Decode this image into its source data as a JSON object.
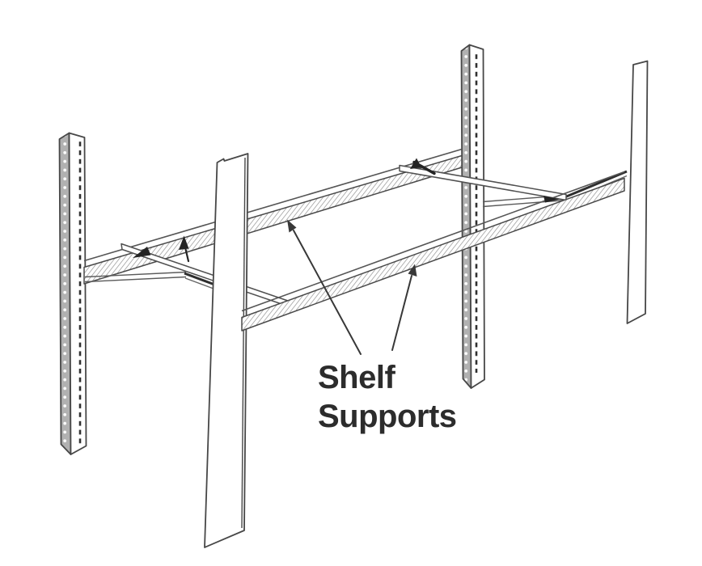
{
  "diagram": {
    "type": "shelving-assembly-line-drawing",
    "label": {
      "line1": "Shelf",
      "line2": "Supports"
    },
    "leader_arrow_count": 2,
    "colors": {
      "background": "#ffffff",
      "line": "#4a4a4a",
      "text": "#2c2c2c",
      "beam_hatch": "#9a9a9a",
      "slotted_post_strip": "#b1b1b1"
    },
    "parts": [
      "back-left-upright-slotted",
      "front-left-upright",
      "back-right-upright-slotted",
      "front-right-upright",
      "rear-shelf-beam",
      "front-shelf-beam",
      "left-shelf-support",
      "right-shelf-support",
      "left-end-rail",
      "right-end-rail"
    ]
  }
}
